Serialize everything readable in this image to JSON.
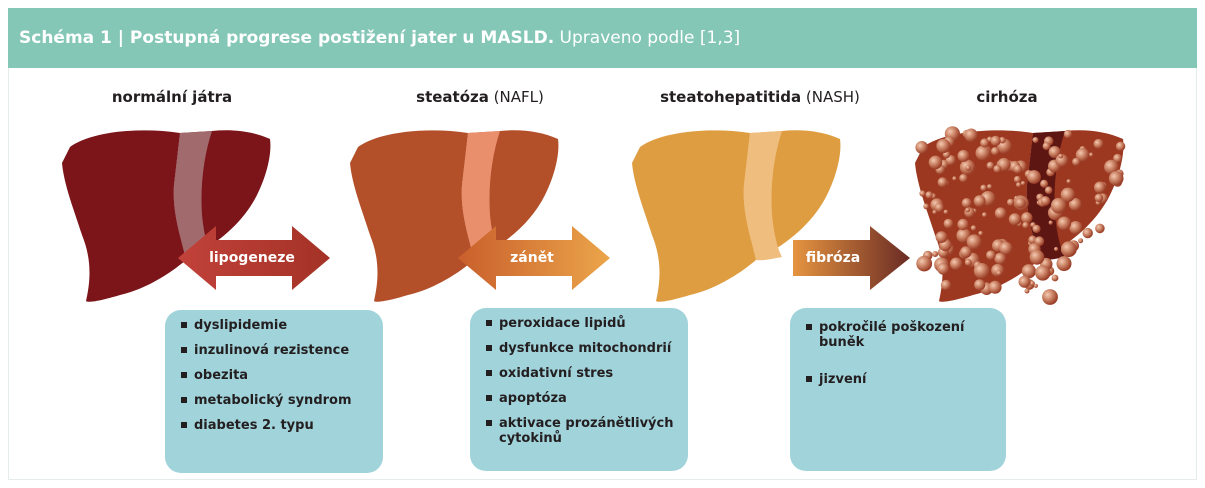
{
  "header": {
    "title_bold": "Schéma 1 | Postupná progrese postižení jater u MASLD.",
    "title_rest": " Upraveno podle [1,3]"
  },
  "stages": [
    {
      "name_bold": "normální játra",
      "name_rest": ""
    },
    {
      "name_bold": "steatóza",
      "name_rest": " (NAFL)"
    },
    {
      "name_bold": "steatohepatitida",
      "name_rest": " (NASH)"
    },
    {
      "name_bold": "cirhóza",
      "name_rest": ""
    }
  ],
  "arrows": [
    {
      "label": "lipogeneze",
      "type": "double"
    },
    {
      "label": "zánět",
      "type": "double"
    },
    {
      "label": "fibróza",
      "type": "single"
    }
  ],
  "boxes": [
    {
      "items": [
        "dyslipidemie",
        "inzulinová rezistence",
        "obezita",
        "metabolický syndrom",
        "diabetes 2. typu"
      ]
    },
    {
      "items": [
        "peroxidace lipidů",
        "dysfunkce mitochondrií",
        "oxidativní stres",
        "apoptóza",
        "aktivace prozánětlivých cytokinů"
      ]
    },
    {
      "items": [
        "pokročilé poškození buněk",
        "jizvení"
      ]
    }
  ],
  "colors": {
    "header_bg": "#84c7b6",
    "box_bg": "#a1d3db",
    "liver_normal": "#7c1519",
    "liver_steatosis": "#b3502a",
    "liver_nash": "#df9d41",
    "liver_cirrhosis": "#9c3820",
    "arrow_lipogeneze": "#b63a2e",
    "arrow_zanet": "#d97d33",
    "arrow_fibroza": "#c86a3c"
  }
}
